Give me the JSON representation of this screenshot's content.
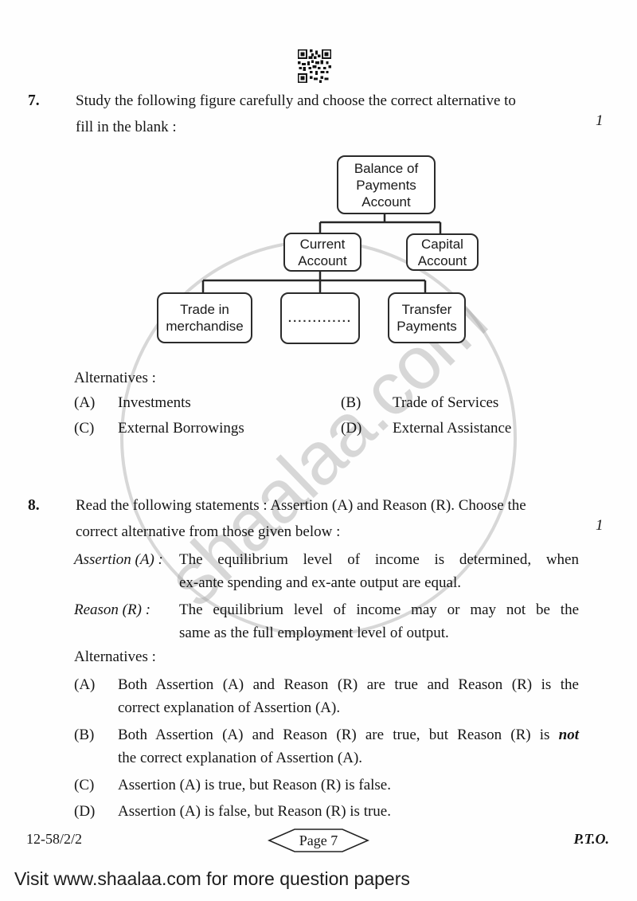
{
  "watermark": {
    "text": "shaalaa.com"
  },
  "q7": {
    "number": "7.",
    "line1": "Study the following figure carefully and choose the correct alternative to",
    "line2": "fill in the blank :",
    "marks": "1",
    "diagram": {
      "root": "Balance of\nPayments\nAccount",
      "current": "Current\nAccount",
      "capital": "Capital\nAccount",
      "trade": "Trade in\nmerchandise",
      "blank_dots": ".............",
      "transfer": "Transfer\nPayments"
    },
    "alternatives_label": "Alternatives :",
    "options": [
      {
        "label": "(A)",
        "text": "Investments"
      },
      {
        "label": "(B)",
        "text": "Trade of Services"
      },
      {
        "label": "(C)",
        "text": "External Borrowings"
      },
      {
        "label": "(D)",
        "text": "External Assistance"
      }
    ]
  },
  "q8": {
    "number": "8.",
    "line1": "Read the following statements : Assertion (A) and Reason (R). Choose the",
    "line2": "correct alternative from those given below :",
    "marks": "1",
    "assertion": {
      "label": "Assertion (A) :",
      "line1": "The equilibrium level of income is determined, when",
      "line2": "ex-ante spending and ex-ante output are equal."
    },
    "reason": {
      "label": "Reason (R) :",
      "line1": "The equilibrium level of income may or may not be the",
      "line2": "same as the full employment level of output."
    },
    "alternatives_label": "Alternatives :",
    "options": [
      {
        "label": "(A)",
        "line1": "Both Assertion (A) and Reason (R) are true and Reason (R) is the",
        "line2": "correct explanation of Assertion (A)."
      },
      {
        "label": "(B)",
        "line1": "Both Assertion (A) and Reason (R) are true, but Reason (R) is ",
        "line1_bold": "not",
        "line2": "the correct explanation of Assertion (A)."
      },
      {
        "label": "(C)",
        "line1": "Assertion (A) is true, but Reason (R) is false."
      },
      {
        "label": "(D)",
        "line1": "Assertion (A) is false, but Reason (R) is true."
      }
    ]
  },
  "footer": {
    "left_code": "12-58/2/2",
    "page_badge": "Page 7",
    "pto": "P.T.O."
  },
  "banner": {
    "text": "Visit www.shaalaa.com for more question papers"
  }
}
